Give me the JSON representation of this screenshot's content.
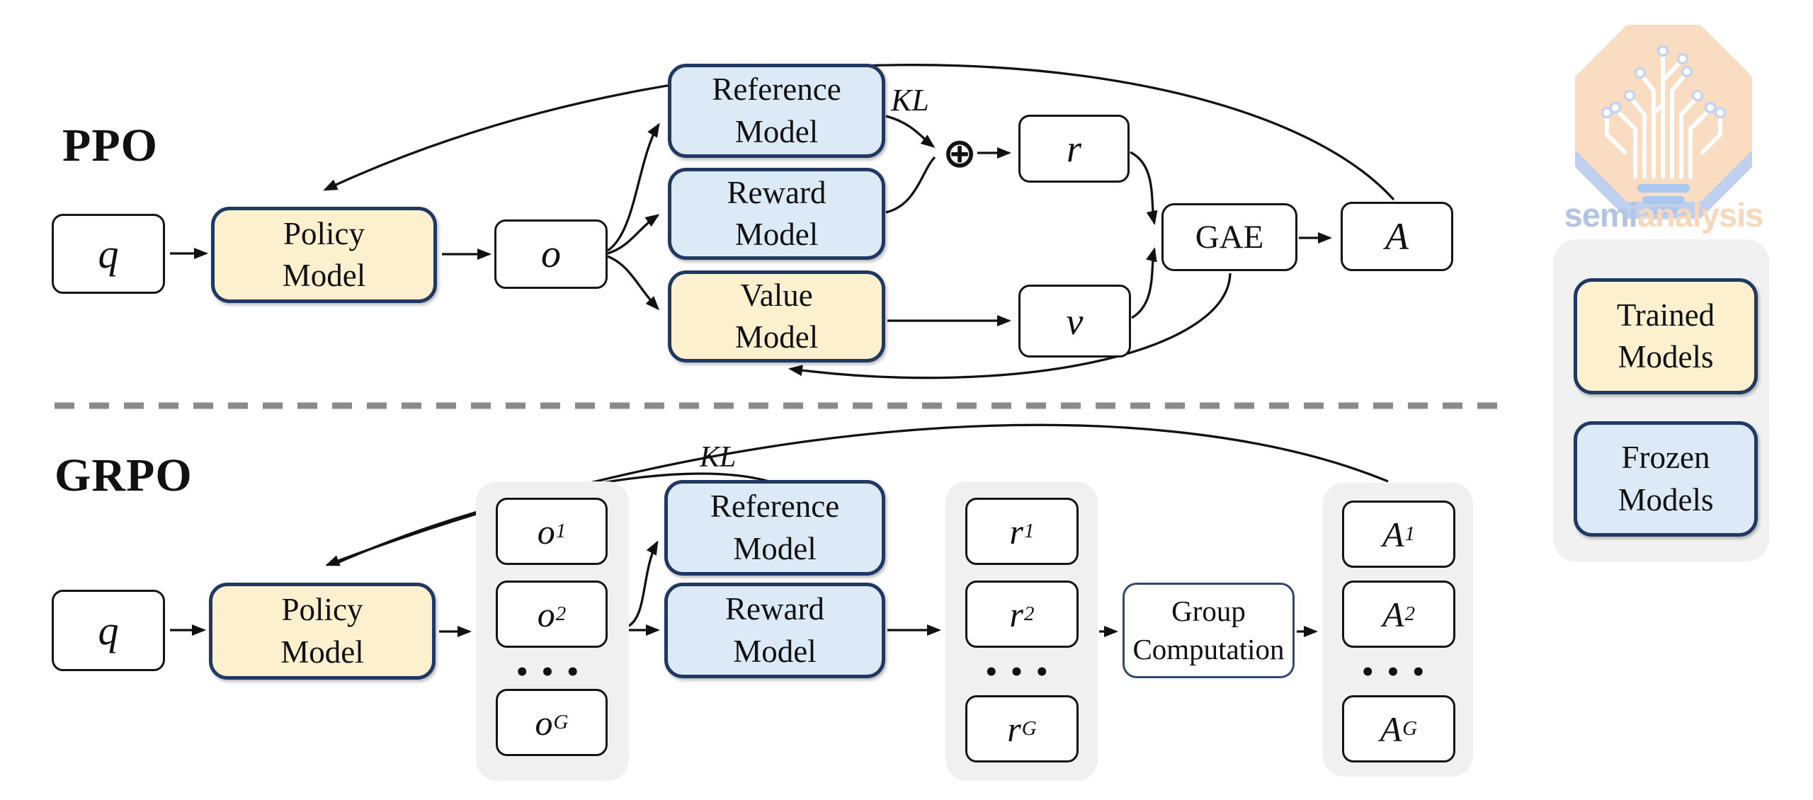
{
  "ppo": {
    "label": "PPO",
    "q": "q",
    "policy": "Policy\nModel",
    "o": "o",
    "reference": "Reference\nModel",
    "reward": "Reward\nModel",
    "value": "Value\nModel",
    "kl": "KL",
    "combine_symbol": "⊕",
    "r": "r",
    "v": "v",
    "gae": "GAE",
    "advantage": "A"
  },
  "grpo": {
    "label": "GRPO",
    "q": "q",
    "policy": "Policy\nModel",
    "kl": "KL",
    "reference": "Reference\nModel",
    "reward": "Reward\nModel",
    "group_computation": "Group\nComputation",
    "dots": "•••",
    "outputs": [
      {
        "base": "o",
        "sub": "1"
      },
      {
        "base": "o",
        "sub": "2"
      },
      {
        "base": "o",
        "sub": "G"
      }
    ],
    "rewards": [
      {
        "base": "r",
        "sub": "1"
      },
      {
        "base": "r",
        "sub": "2"
      },
      {
        "base": "r",
        "sub": "G"
      }
    ],
    "advantages": [
      {
        "base": "A",
        "sub": "1"
      },
      {
        "base": "A",
        "sub": "2"
      },
      {
        "base": "A",
        "sub": "G"
      }
    ]
  },
  "legend": {
    "trained": "Trained\nModels",
    "frozen": "Frozen\nModels"
  },
  "brand": {
    "name_left": "semi",
    "name_right": "analysis"
  },
  "colors": {
    "trained_fill": "#FCF0CF",
    "frozen_fill": "#DCE9F6",
    "model_border_navy": "#1F3864",
    "group_background": "#F0F0F0",
    "divider_gray": "#8A8A8A",
    "brand_peach": "#F9DCC2",
    "brand_blue": "#BFD0EE"
  }
}
